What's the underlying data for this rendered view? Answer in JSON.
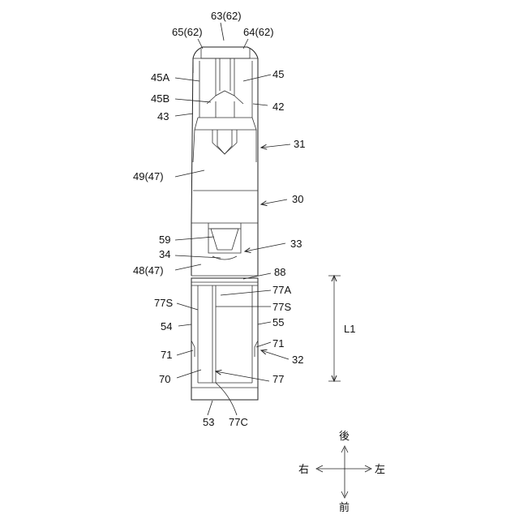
{
  "labels": {
    "l63": "63(62)",
    "l65": "65(62)",
    "l64": "64(62)",
    "l45A": "45A",
    "l45": "45",
    "l45B": "45B",
    "l42": "42",
    "l43": "43",
    "l31": "31",
    "l49": "49(47)",
    "l30": "30",
    "l59": "59",
    "l34": "34",
    "l33": "33",
    "l48": "48(47)",
    "l88": "88",
    "l77A": "77A",
    "l77S_left": "77S",
    "l77S_right": "77S",
    "l54": "54",
    "l55": "55",
    "l71_left": "71",
    "l71_right": "71",
    "l32": "32",
    "l70": "70",
    "l77": "77",
    "l53": "53",
    "l77C": "77C",
    "lL1": "L1"
  },
  "compass": {
    "back": "後",
    "front": "前",
    "right": "右",
    "left": "左"
  }
}
